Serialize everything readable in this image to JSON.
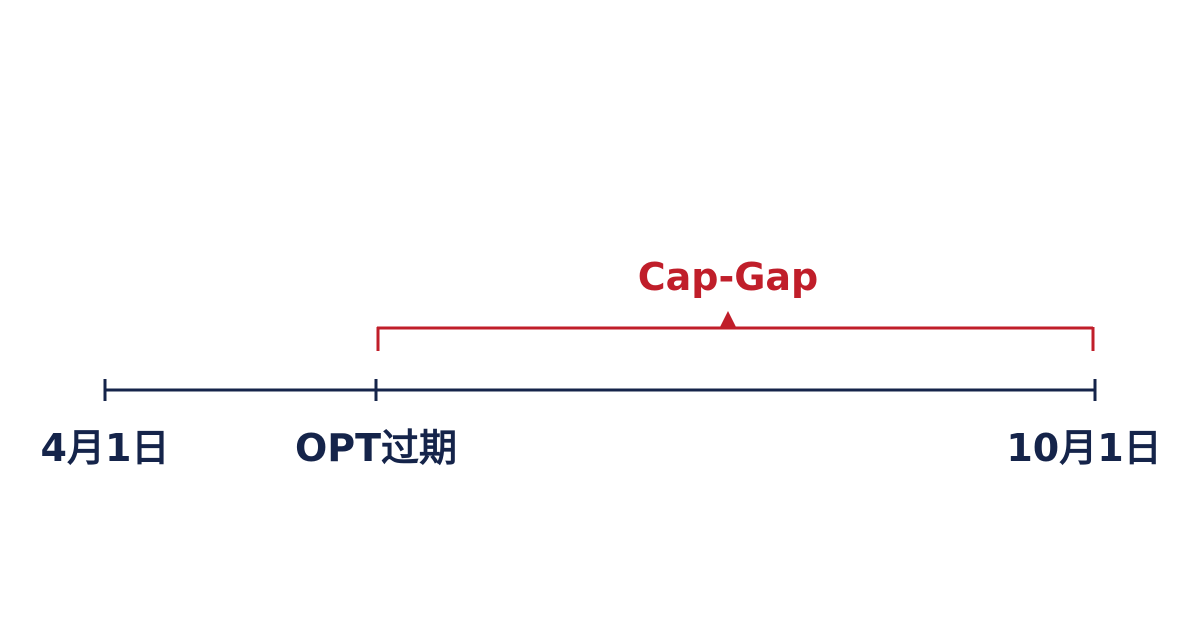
{
  "colors": {
    "timeline": "#15244a",
    "bracket": "#c01e2a",
    "background": "#ffffff"
  },
  "timeline": {
    "start_label": "4月1日",
    "opt_label": "OPT过期",
    "end_label": "10月1日"
  },
  "bracket": {
    "label": "Cap-Gap"
  }
}
